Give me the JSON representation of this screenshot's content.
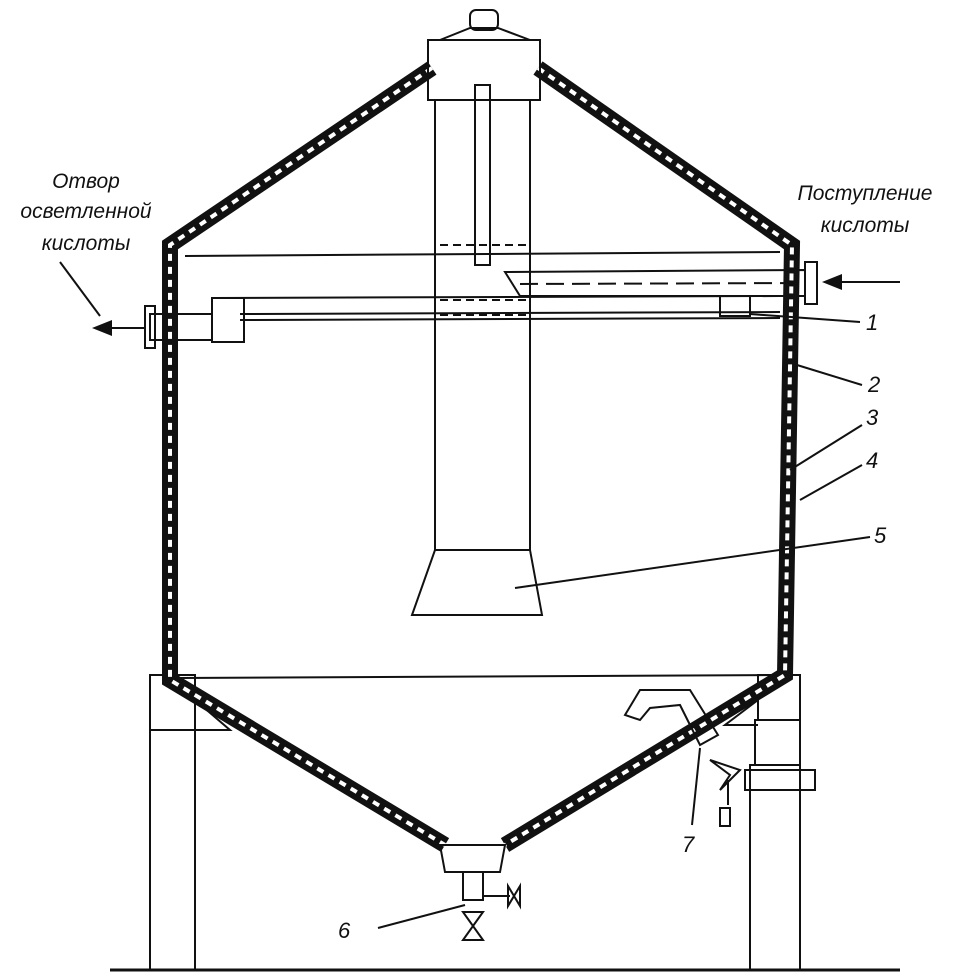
{
  "labels": {
    "outlet": [
      "Отвор",
      "осветленной",
      "кислоты"
    ],
    "inlet": [
      "Поступление",
      "кислоты"
    ]
  },
  "callouts": [
    "1",
    "2",
    "3",
    "4",
    "5",
    "6",
    "7"
  ]
}
